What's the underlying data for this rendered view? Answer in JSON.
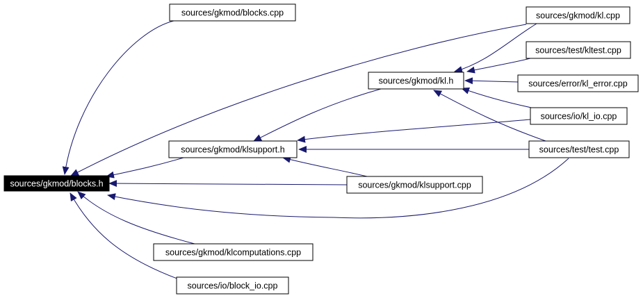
{
  "diagram": {
    "type": "include-dependency-graph",
    "colors": {
      "edge": "#191970",
      "node_border": "#000000",
      "node_fill": "#ffffff",
      "root_fill": "#000000",
      "root_text": "#ffffff",
      "text": "#000000"
    },
    "nodes": [
      {
        "id": "blocks_h",
        "label": "sources/gkmod/blocks.h",
        "root": true
      },
      {
        "id": "blocks_cpp",
        "label": "sources/gkmod/blocks.cpp"
      },
      {
        "id": "kl_cpp",
        "label": "sources/gkmod/kl.cpp"
      },
      {
        "id": "kltest_cpp",
        "label": "sources/test/kltest.cpp"
      },
      {
        "id": "kl_h",
        "label": "sources/gkmod/kl.h"
      },
      {
        "id": "kl_error_cpp",
        "label": "sources/error/kl_error.cpp"
      },
      {
        "id": "kl_io_cpp",
        "label": "sources/io/kl_io.cpp"
      },
      {
        "id": "klsupport_h",
        "label": "sources/gkmod/klsupport.h"
      },
      {
        "id": "test_cpp",
        "label": "sources/test/test.cpp"
      },
      {
        "id": "klsupport_cpp",
        "label": "sources/gkmod/klsupport.cpp"
      },
      {
        "id": "klcomputations_cpp",
        "label": "sources/gkmod/klcomputations.cpp"
      },
      {
        "id": "block_io_cpp",
        "label": "sources/io/block_io.cpp"
      }
    ],
    "edges": [
      {
        "from": "blocks_cpp",
        "to": "blocks_h"
      },
      {
        "from": "kl_cpp",
        "to": "blocks_h"
      },
      {
        "from": "klsupport_h",
        "to": "blocks_h"
      },
      {
        "from": "klsupport_cpp",
        "to": "blocks_h"
      },
      {
        "from": "test_cpp",
        "to": "blocks_h"
      },
      {
        "from": "klcomputations_cpp",
        "to": "blocks_h"
      },
      {
        "from": "block_io_cpp",
        "to": "blocks_h"
      },
      {
        "from": "kl_cpp",
        "to": "kl_h"
      },
      {
        "from": "kltest_cpp",
        "to": "kl_h"
      },
      {
        "from": "kl_error_cpp",
        "to": "kl_h"
      },
      {
        "from": "kl_io_cpp",
        "to": "kl_h"
      },
      {
        "from": "test_cpp",
        "to": "kl_h"
      },
      {
        "from": "kl_h",
        "to": "klsupport_h"
      },
      {
        "from": "kl_io_cpp",
        "to": "klsupport_h"
      },
      {
        "from": "test_cpp",
        "to": "klsupport_h"
      },
      {
        "from": "klsupport_cpp",
        "to": "klsupport_h"
      }
    ]
  }
}
